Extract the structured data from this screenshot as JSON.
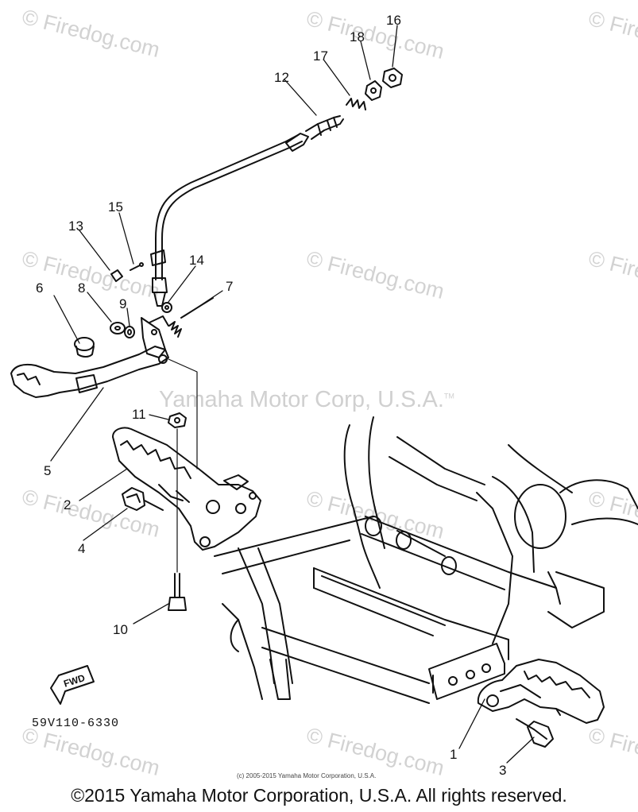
{
  "watermarks": {
    "firedog": "© Firedog.com",
    "center": "Yamaha Motor Corp, U.S.A.",
    "center_tm": "TM"
  },
  "callouts": [
    "1",
    "2",
    "3",
    "4",
    "5",
    "6",
    "7",
    "8",
    "9",
    "10",
    "11",
    "12",
    "13",
    "14",
    "15",
    "16",
    "17",
    "18"
  ],
  "fwd_label": "FWD",
  "part_code": "59V110-6330",
  "small_copyright": "(c) 2005-2015 Yamaha Motor Corporation, U.S.A.",
  "copyright": "©2015 Yamaha Motor Corporation, U.S.A. All rights reserved.",
  "colors": {
    "line": "#111111",
    "watermark": "#d2d2d2"
  }
}
